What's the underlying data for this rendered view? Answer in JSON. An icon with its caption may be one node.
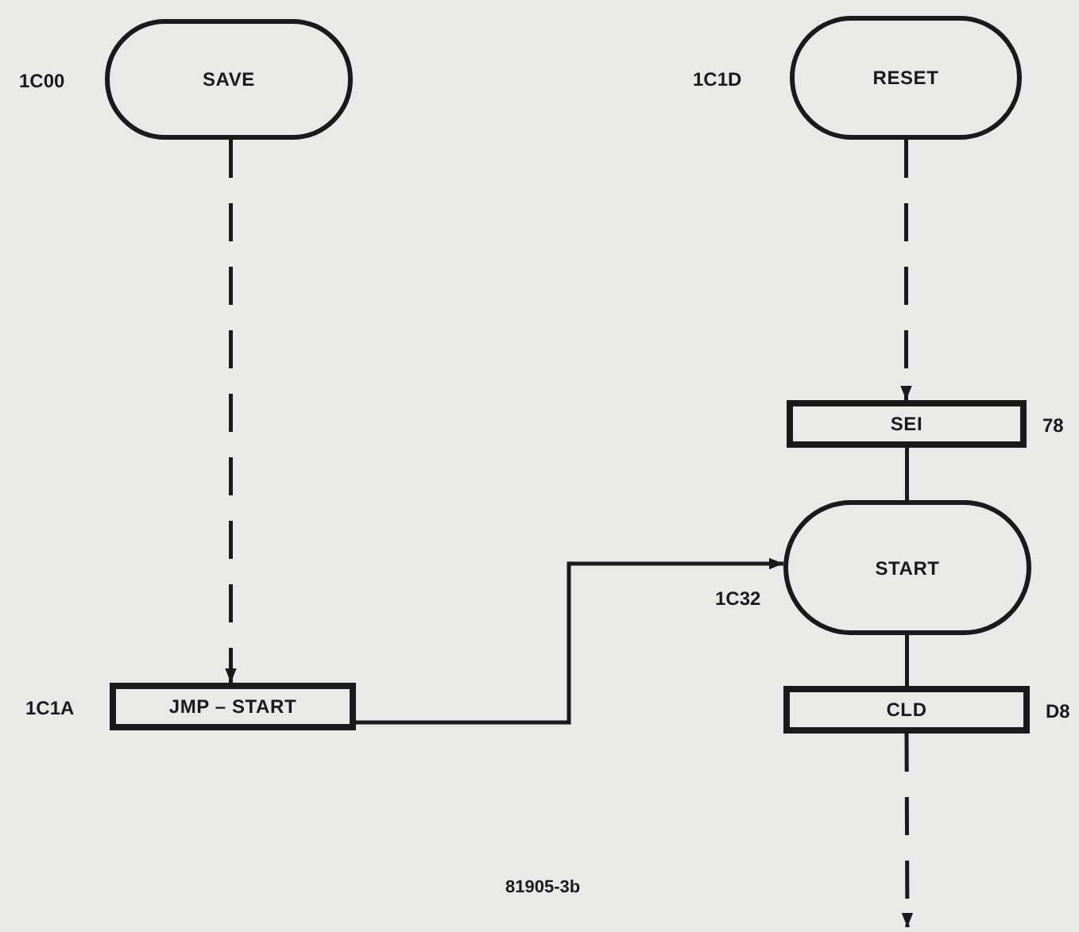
{
  "diagram": {
    "caption": "81905-3b",
    "nodes": [
      {
        "text": [
          "SAVE"
        ],
        "beside": [
          "1C00"
        ]
      },
      {
        "text": [
          "RESET"
        ],
        "beside": [
          "1C1D"
        ]
      },
      {
        "text": [
          "SEI"
        ],
        "beside": [
          "78"
        ]
      },
      {
        "text": [
          "START"
        ],
        "beside": [
          "1C32"
        ]
      },
      {
        "text": [
          "JMP – START"
        ],
        "beside": [
          "1C1A"
        ]
      },
      {
        "text": [
          "CLD"
        ],
        "beside": [
          "D8"
        ]
      }
    ],
    "edges": [
      {
        "from": 0,
        "to": 4,
        "arrow": "to",
        "style": "dashed"
      },
      {
        "from": 1,
        "to": 2,
        "arrow": "to",
        "style": "dashed"
      },
      {
        "from": 2,
        "to": 3,
        "arrow": "none"
      },
      {
        "from": 4,
        "to": 3,
        "arrow": "to"
      },
      {
        "from": 3,
        "to": 5,
        "arrow": "none"
      },
      {
        "from": 5,
        "to": null,
        "arrow": "to",
        "style": "dashed"
      }
    ]
  }
}
